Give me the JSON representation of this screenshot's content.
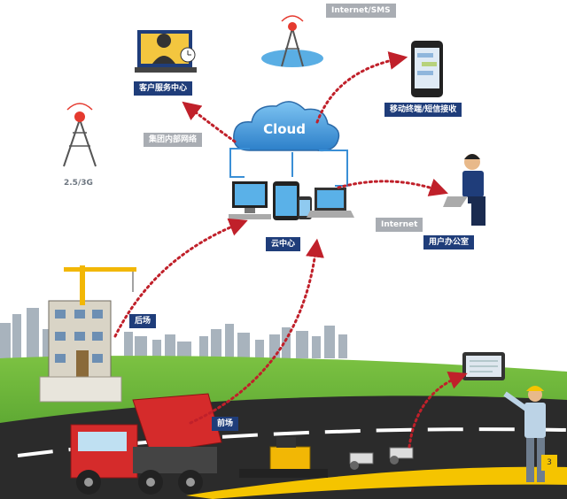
{
  "labels": {
    "customer_service": "客户服务中心",
    "internet_sms": "Internet/SMS",
    "mobile_terminal": "移动终端/短信接收",
    "cloud": "Cloud",
    "group_network": "集团内部网络",
    "net_2g3g": "2.5/3G",
    "cloud_center": "云中心",
    "internet": "Internet",
    "user_office": "用户办公室",
    "backstage": "后场",
    "frontstage": "前场",
    "page_number": "3"
  },
  "colors": {
    "navy_label": "#1f3d7a",
    "gray_label": "#a9adb3",
    "arrow_red": "#c0202a",
    "cloud_blue": "#3a8fd6",
    "grass_green": "#4c9a2a",
    "road_dark": "#2b2b2b",
    "truck_red": "#d52b2b",
    "road_yellow": "#f5c400"
  },
  "icons": [
    "customer-service-agent-icon",
    "radio-tower-icon",
    "smartphone-icon",
    "cloud-icon",
    "computer-icon",
    "tablet-icon",
    "laptop-icon",
    "office-user-icon",
    "tablet-device-icon",
    "construction-worker-icon",
    "dump-truck-icon",
    "paver-icon",
    "roller-icon",
    "building-crane-icon"
  ]
}
